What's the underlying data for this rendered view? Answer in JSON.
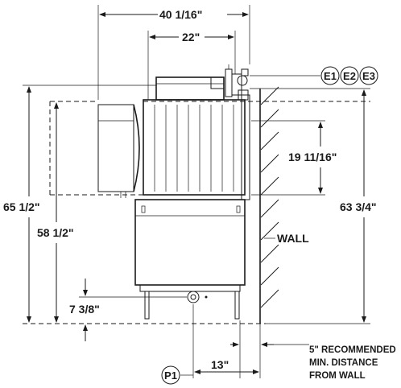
{
  "dimensions": {
    "overall_width": "40 1/16\"",
    "top_width": "22\"",
    "height_left_outer": "65 1/2\"",
    "height_left_inner": "58 1/2\"",
    "height_right": "63 3/4\"",
    "door_height": "19 11/16\"",
    "drain_height": "7 3/8\"",
    "drain_offset": "13\""
  },
  "callouts": {
    "e1": "E1",
    "e2": "E2",
    "e3": "E3",
    "p1": "P1"
  },
  "labels": {
    "wall": "WALL",
    "clearance_line1": "5\" RECOMMENDED",
    "clearance_line2": "MIN. DISTANCE",
    "clearance_line3": "FROM WALL"
  }
}
